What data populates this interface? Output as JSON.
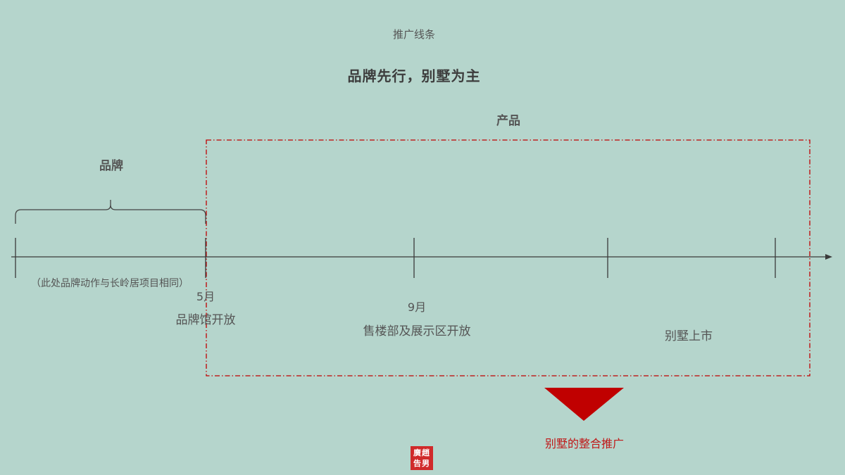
{
  "header": {
    "subtitle": "推广线条",
    "headline": "品牌先行，别墅为主"
  },
  "sections": {
    "brand": "品牌",
    "product": "产品"
  },
  "note": "（此处品牌动作与长岭居项目相同）",
  "milestones": [
    {
      "date": "5月",
      "event": "品牌馆开放"
    },
    {
      "date": "9月",
      "event": "售楼部及展示区开放"
    },
    {
      "date": "",
      "event": "别墅上市"
    }
  ],
  "callout": {
    "caption": "别墅的整合推广"
  },
  "logo": {
    "text": "廣趙告男"
  },
  "colors": {
    "background": "#b5d5cc",
    "line": "#3a3a3a",
    "accent_red": "#c00000",
    "caption_red": "#c01818"
  }
}
